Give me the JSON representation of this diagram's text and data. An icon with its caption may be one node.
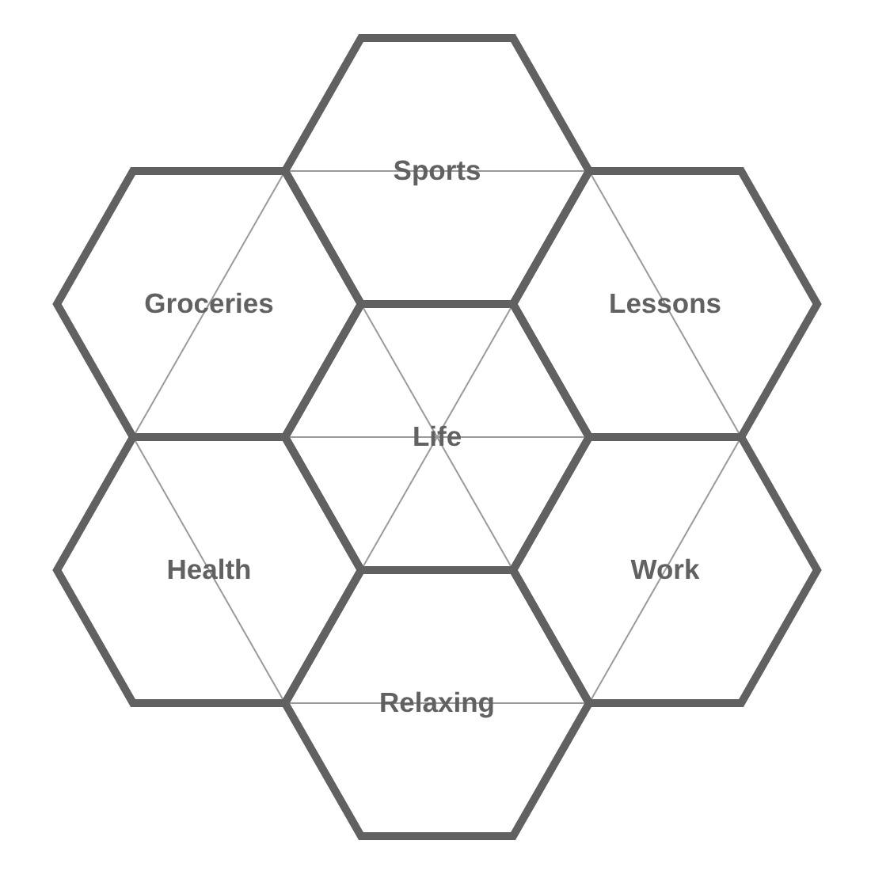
{
  "diagram": {
    "nodes": [
      {
        "text": [
          "Sports"
        ]
      },
      {
        "text": [
          "Groceries"
        ]
      },
      {
        "text": [
          "Lessons"
        ]
      },
      {
        "text": [
          "Life"
        ]
      },
      {
        "text": [
          "Health"
        ]
      },
      {
        "text": [
          "Work"
        ]
      },
      {
        "text": [
          "Relaxing"
        ]
      }
    ],
    "edges": []
  }
}
